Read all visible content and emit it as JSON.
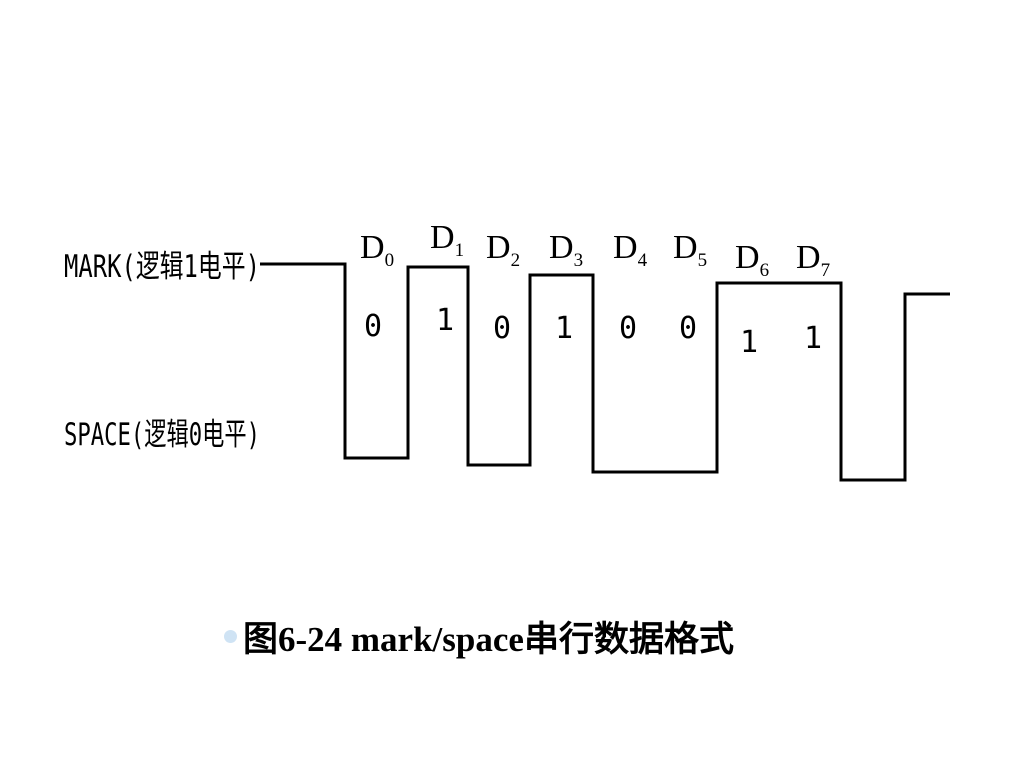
{
  "diagram": {
    "mark_label": "MARK(逻辑1电平)",
    "space_label": "SPACE(逻辑0电平)",
    "bits": [
      {
        "name": "D",
        "sub": "0",
        "value": "0"
      },
      {
        "name": "D",
        "sub": "1",
        "value": "1"
      },
      {
        "name": "D",
        "sub": "2",
        "value": "0"
      },
      {
        "name": "D",
        "sub": "3",
        "value": "1"
      },
      {
        "name": "D",
        "sub": "4",
        "value": "0"
      },
      {
        "name": "D",
        "sub": "5",
        "value": "0"
      },
      {
        "name": "D",
        "sub": "6",
        "value": "1"
      },
      {
        "name": "D",
        "sub": "7",
        "value": "1"
      }
    ]
  },
  "caption": {
    "text": "图6-24  mark/space串行数据格式"
  }
}
